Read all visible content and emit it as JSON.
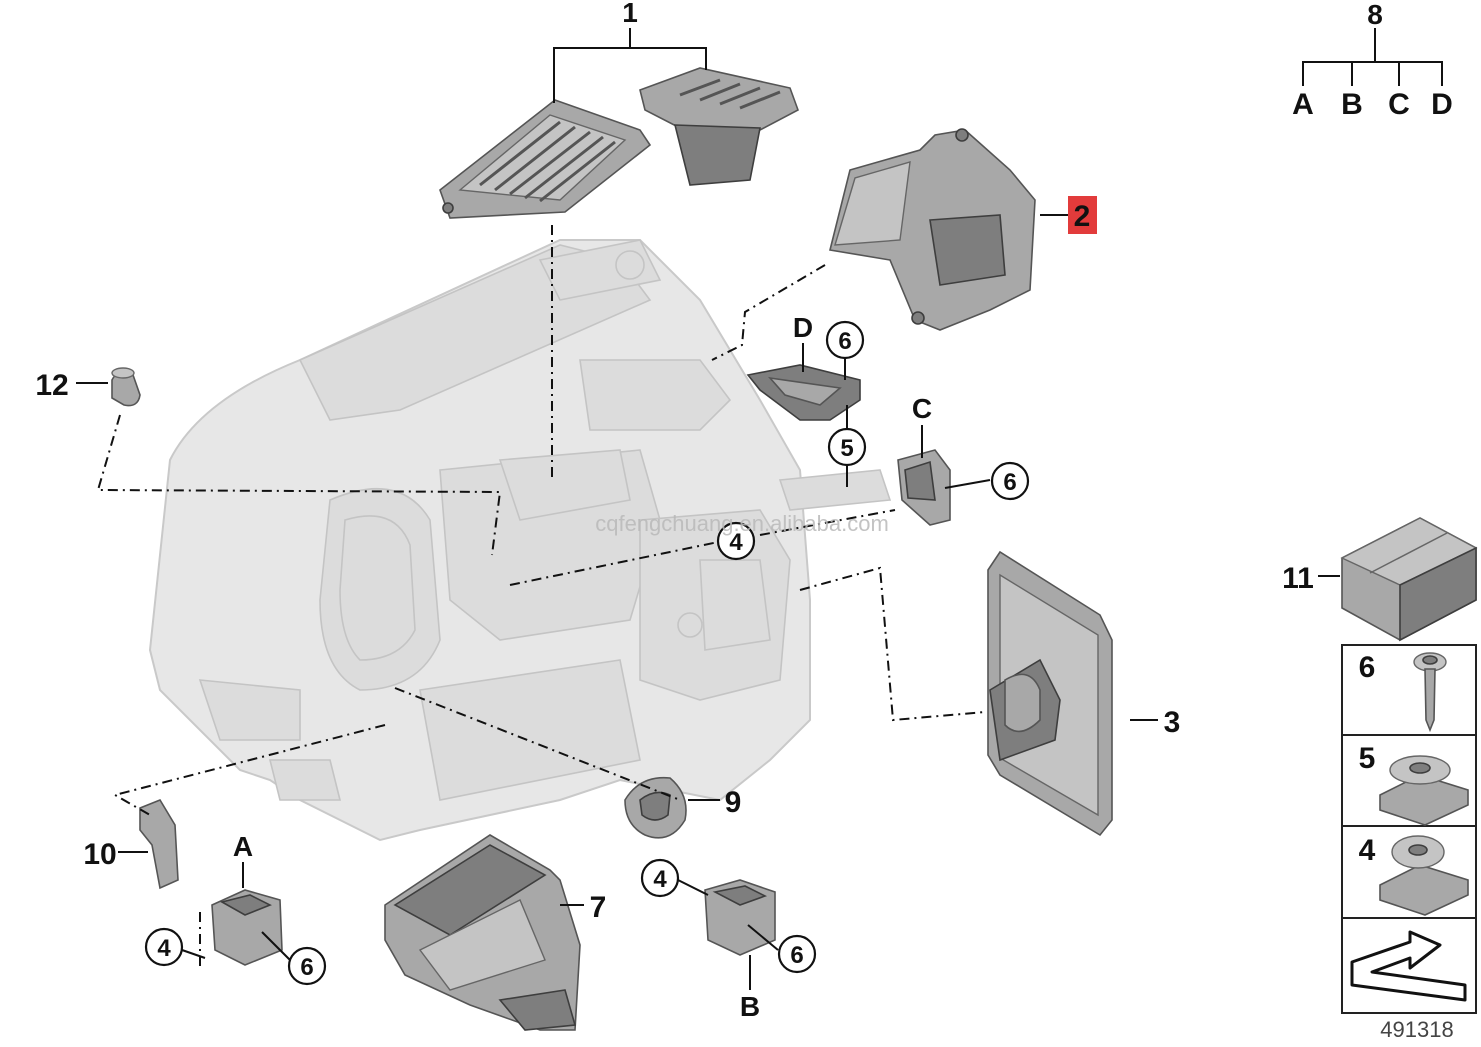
{
  "diagram_id": "491318",
  "watermark": "cqfengchuang.en.alibaba.com",
  "highlight_color": "#e23b3b",
  "callouts": {
    "c1": "1",
    "c2": "2",
    "c3": "3",
    "c4": "4",
    "c5": "5",
    "c6": "6",
    "c7": "7",
    "c8": "8",
    "c9": "9",
    "c10": "10",
    "c11": "11",
    "c12": "12"
  },
  "tree8": {
    "a": "A",
    "b": "B",
    "c": "C",
    "d": "D"
  },
  "part_letters": {
    "a": "A",
    "b": "B",
    "c": "C",
    "d": "D"
  },
  "legend": {
    "r1": "6",
    "r2": "5",
    "r3": "4"
  }
}
